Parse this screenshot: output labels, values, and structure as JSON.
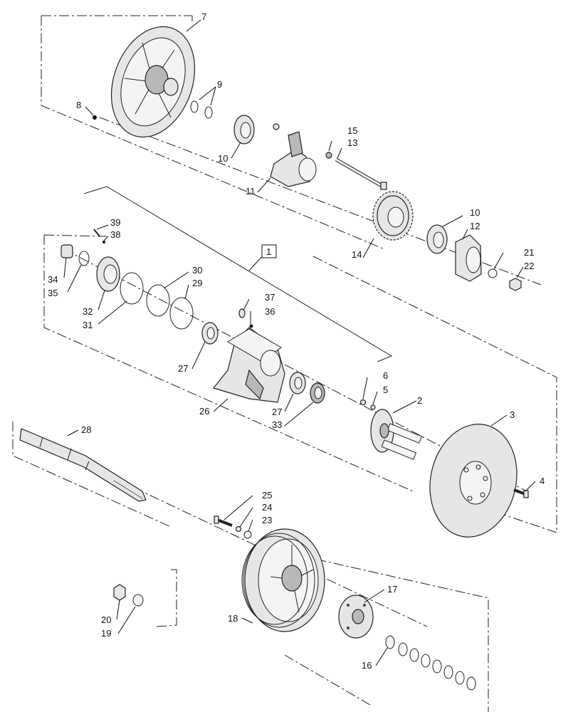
{
  "assembly_ref": "1",
  "callouts": [
    {
      "id": "c1",
      "text": "1"
    },
    {
      "id": "c2",
      "text": "2"
    },
    {
      "id": "c3",
      "text": "3"
    },
    {
      "id": "c4",
      "text": "4"
    },
    {
      "id": "c5",
      "text": "5"
    },
    {
      "id": "c6",
      "text": "6"
    },
    {
      "id": "c7",
      "text": "7"
    },
    {
      "id": "c8",
      "text": "8"
    },
    {
      "id": "c9",
      "text": "9"
    },
    {
      "id": "c10a",
      "text": "10"
    },
    {
      "id": "c10b",
      "text": "10"
    },
    {
      "id": "c11",
      "text": "11"
    },
    {
      "id": "c12",
      "text": "12"
    },
    {
      "id": "c13",
      "text": "13"
    },
    {
      "id": "c14",
      "text": "14"
    },
    {
      "id": "c15",
      "text": "15"
    },
    {
      "id": "c16",
      "text": "16"
    },
    {
      "id": "c17",
      "text": "17"
    },
    {
      "id": "c18",
      "text": "18"
    },
    {
      "id": "c19",
      "text": "19"
    },
    {
      "id": "c20",
      "text": "20"
    },
    {
      "id": "c21",
      "text": "21"
    },
    {
      "id": "c22",
      "text": "22"
    },
    {
      "id": "c23",
      "text": "23"
    },
    {
      "id": "c24",
      "text": "24"
    },
    {
      "id": "c25",
      "text": "25"
    },
    {
      "id": "c26",
      "text": "26"
    },
    {
      "id": "c27a",
      "text": "27"
    },
    {
      "id": "c27b",
      "text": "27"
    },
    {
      "id": "c28",
      "text": "28"
    },
    {
      "id": "c29",
      "text": "29"
    },
    {
      "id": "c30",
      "text": "30"
    },
    {
      "id": "c31",
      "text": "31"
    },
    {
      "id": "c32",
      "text": "32"
    },
    {
      "id": "c33",
      "text": "33"
    },
    {
      "id": "c34",
      "text": "34"
    },
    {
      "id": "c35",
      "text": "35"
    },
    {
      "id": "c36",
      "text": "36"
    },
    {
      "id": "c37",
      "text": "37"
    },
    {
      "id": "c38",
      "text": "38"
    },
    {
      "id": "c39",
      "text": "39"
    }
  ]
}
